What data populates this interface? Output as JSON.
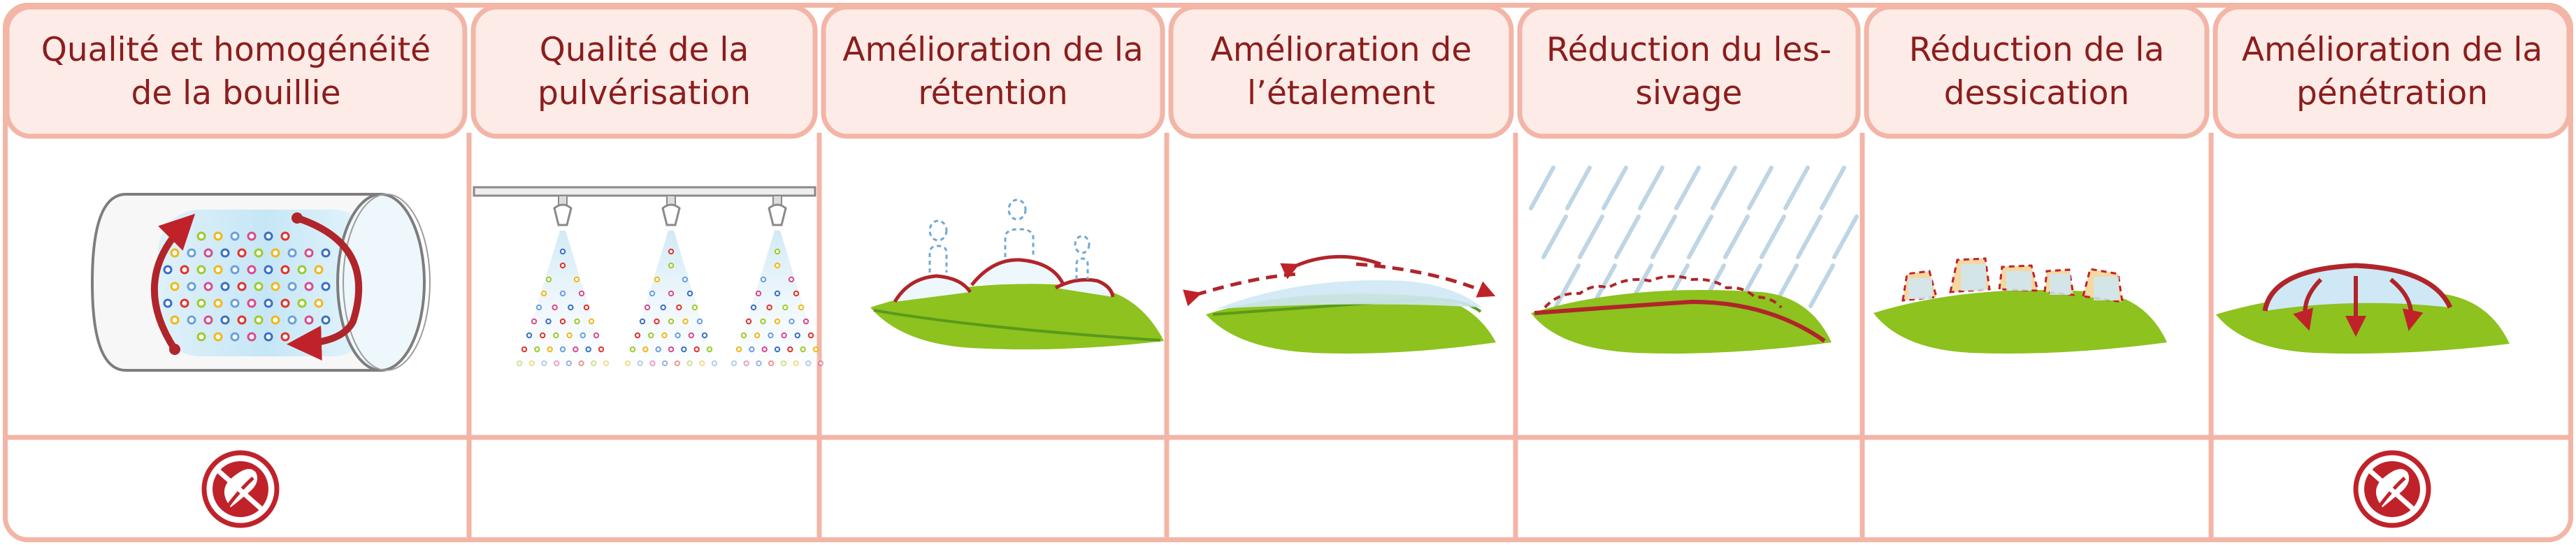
{
  "columns": [
    {
      "title": "Qualité et homogénéité de la bouillie",
      "badge": true,
      "illustration": "tank-icon"
    },
    {
      "title": "Qualité de la pulvérisation",
      "badge": false,
      "illustration": "spray-nozzles-icon"
    },
    {
      "title": "Amélioration de la rétention",
      "badge": false,
      "illustration": "leaf-retention-icon"
    },
    {
      "title": "Amélioration de l’étalement",
      "badge": false,
      "illustration": "leaf-spreading-icon"
    },
    {
      "title": "Réduction du les-sivage",
      "badge": false,
      "illustration": "leaf-rain-wash-icon"
    },
    {
      "title": "Réduction de la dessication",
      "badge": false,
      "illustration": "leaf-drying-icon"
    },
    {
      "title": "Amélioration de la pénétration",
      "badge": true,
      "illustration": "leaf-penetration-icon"
    }
  ],
  "colors": {
    "header_fill": "#fcebe6",
    "border": "#f2b5a6",
    "title_text": "#8c1d1d",
    "leaf_green": "#8dc21f",
    "leaf_dark": "#5a9a1a",
    "accent_red": "#c0222a",
    "water_blue": "#cfe8f5"
  }
}
